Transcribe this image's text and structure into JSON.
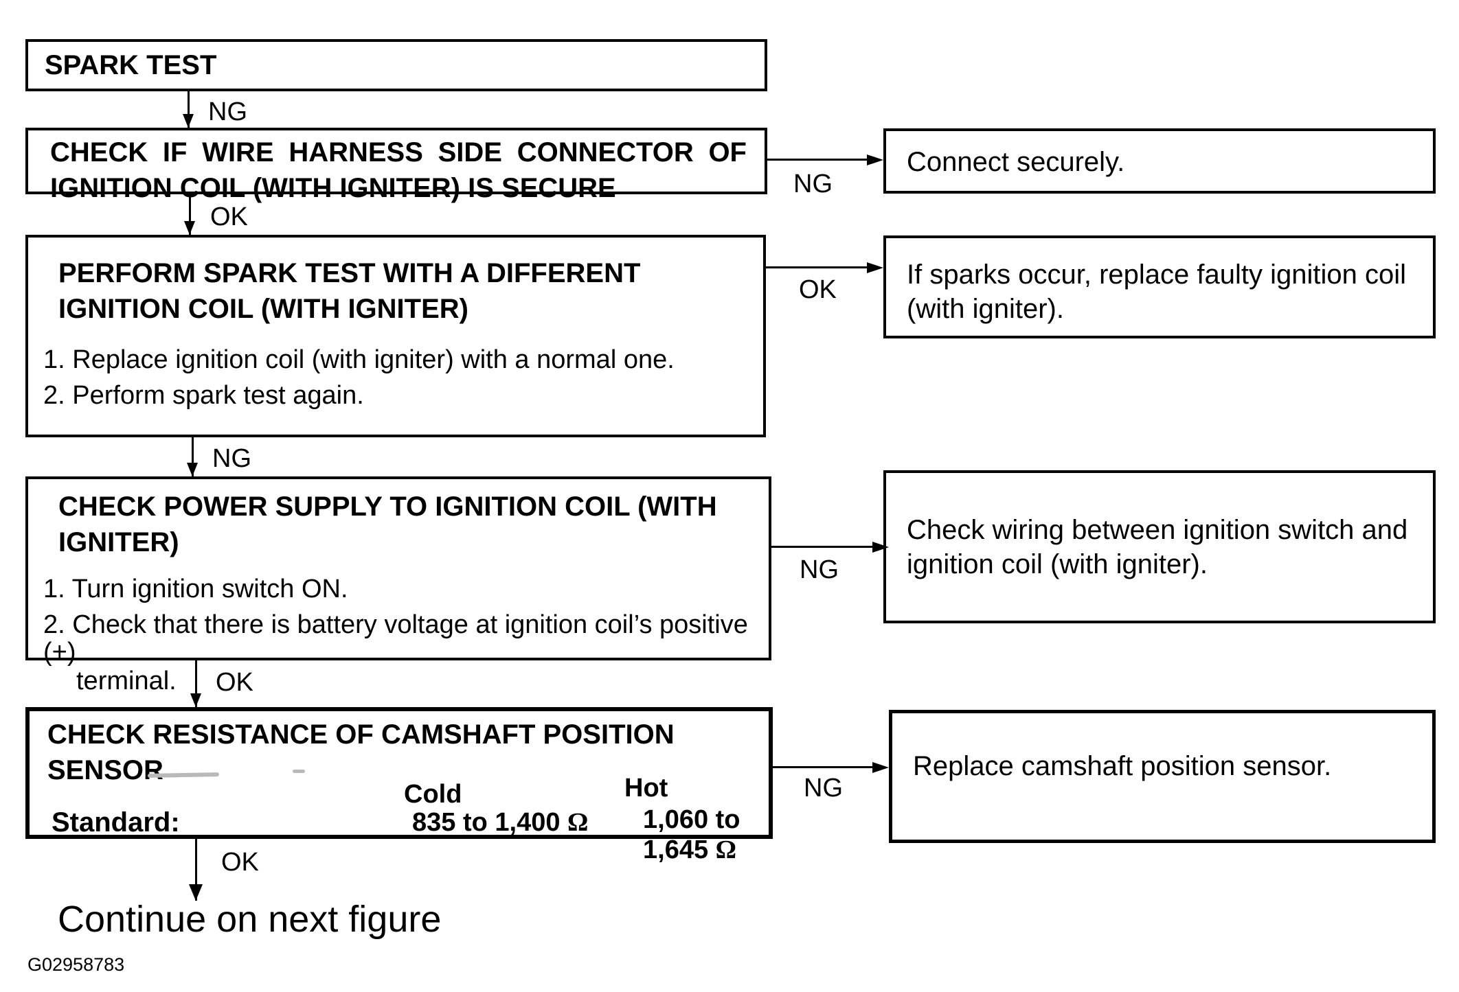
{
  "figure": {
    "code": "G02958783",
    "footer_note": "Continue on next figure"
  },
  "steps": {
    "spark_test": {
      "title": "SPARK TEST"
    },
    "check_connector": {
      "title_lines": [
        "CHECK IF WIRE HARNESS SIDE CONNECTOR OF",
        "IGNITION COIL (WITH IGNITER) IS SECURE"
      ]
    },
    "different_coil": {
      "title_lines": [
        "PERFORM SPARK TEST WITH A DIFFERENT",
        "IGNITION COIL (WITH IGNITER)"
      ],
      "items": [
        "1. Replace ignition coil (with igniter) with a normal one.",
        "2. Perform spark test again."
      ]
    },
    "power_supply": {
      "title_lines": [
        "CHECK POWER SUPPLY TO IGNITION COIL (WITH",
        "IGNITER)"
      ],
      "items": [
        "1. Turn ignition switch ON.",
        "2. Check that there is battery voltage at ignition coil’s positive (+)"
      ],
      "item2_continuation": "terminal."
    },
    "camshaft_resistance": {
      "title_lines": [
        "CHECK RESISTANCE OF CAMSHAFT POSITION",
        "SENSOR"
      ],
      "standard_label": "Standard:",
      "columns": [
        {
          "header": "Cold",
          "value": "835 to 1,400",
          "unit": "Ω"
        },
        {
          "header": "Hot",
          "value": "1,060 to 1,645",
          "unit": "Ω"
        }
      ]
    }
  },
  "results": {
    "connect_securely": "Connect securely.",
    "replace_faulty_coil_lines": [
      "If sparks occur, replace faulty ignition coil",
      "(with igniter)."
    ],
    "check_wiring_lines": [
      "Check wiring between ignition switch and",
      "ignition coil (with igniter)."
    ],
    "replace_camshaft_sensor": "Replace camshaft position sensor."
  },
  "labels": {
    "v1": "NG",
    "v2": "OK",
    "v3": "NG",
    "v4": "OK",
    "v5": "OK",
    "h1": "NG",
    "h2": "OK",
    "h3": "NG",
    "h4": "NG"
  }
}
